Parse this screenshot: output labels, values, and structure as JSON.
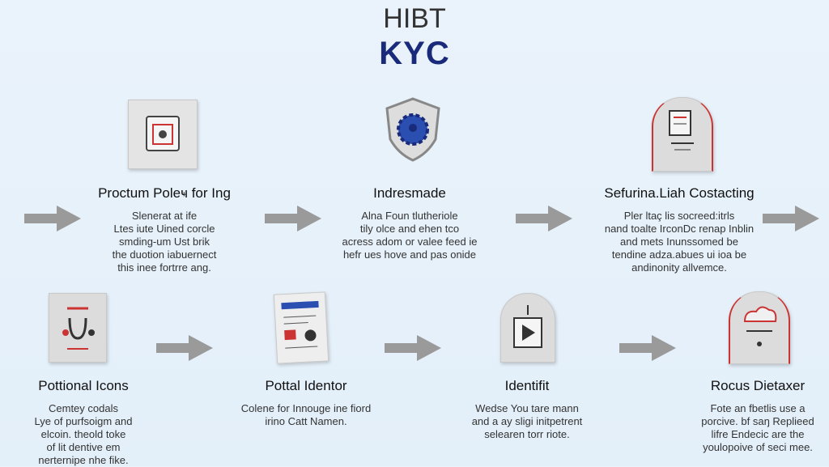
{
  "header": {
    "title": "HIBT",
    "subtitle": "KYC"
  },
  "steps": [
    {
      "title": "Proctum Poleҹ for Ing",
      "lines": [
        "Slenerat at ife",
        "Ltes iute Uined corcle",
        "smding-um Ust brik",
        "the duotion iabuernect",
        "this inee fortrre ang."
      ],
      "icon": "package-icon"
    },
    {
      "title": "Indresmade",
      "lines": [
        "Alna Foun tlutheriole",
        "tily olce and ehen tco",
        "acress adom or valee feed ie",
        "hefr ues hove and pas onide"
      ],
      "icon": "shield-gear-icon"
    },
    {
      "title": "Sefurina.Liah Costacting",
      "lines": [
        "Pler ltaç lis socreed:itrls",
        "nand toalte IrconDc renap Inblin",
        "and mets Inunssomed be",
        "tendine adza.abues ui ioa be",
        "andinonity allvemce."
      ],
      "icon": "document-icon"
    },
    {
      "title": "Pottional Icons",
      "lines": [
        "Cemtey codals",
        "Lye of purfsoigm and",
        "elcoin. theold toke",
        "of lit dentive em",
        "nerternipe nhe fike."
      ],
      "icon": "stethoscope-icon"
    },
    {
      "title": "Pottal Identor",
      "lines": [
        "Colene for Innouge ine fiord",
        "irino Catt Namen."
      ],
      "icon": "web-document-icon"
    },
    {
      "title": "Identifit",
      "lines": [
        "Wedse You tare mann",
        "and a ay sligi initpetrent",
        "selearen torr riote."
      ],
      "icon": "play-icon"
    },
    {
      "title": "Rocus Dietaxer",
      "lines": [
        "Fote an fbetlis use a",
        "porcive. bf saŋ Replieed",
        "lifre Endecic are the",
        "youlopoive of seci mee."
      ],
      "icon": "cloud-icon"
    }
  ]
}
